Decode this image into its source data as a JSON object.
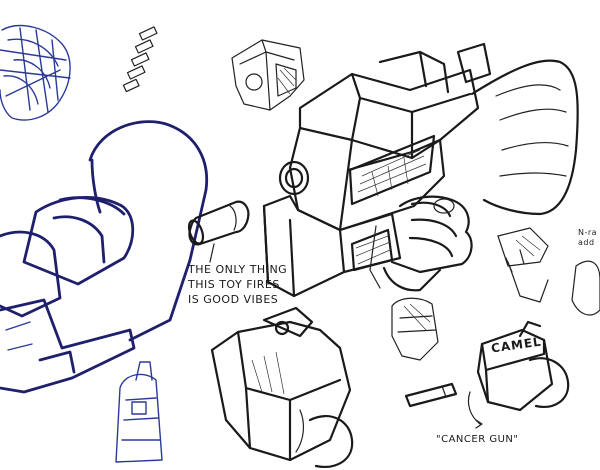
{
  "annotations": {
    "good_vibes": {
      "lines": [
        "THE ONLY THING",
        "THIS TOY FIRES",
        "IS GOOD VIBES"
      ]
    },
    "cancer_gun": "\"CANCER GUN\"",
    "camel_brand": "CAMEL",
    "side_note": "N-ra add"
  },
  "colors": {
    "ink": "#1a1a1a",
    "blue_pen": "#2b3a9a",
    "dark_blue_pen": "#1f1f6e",
    "paper": "#ffffff"
  }
}
